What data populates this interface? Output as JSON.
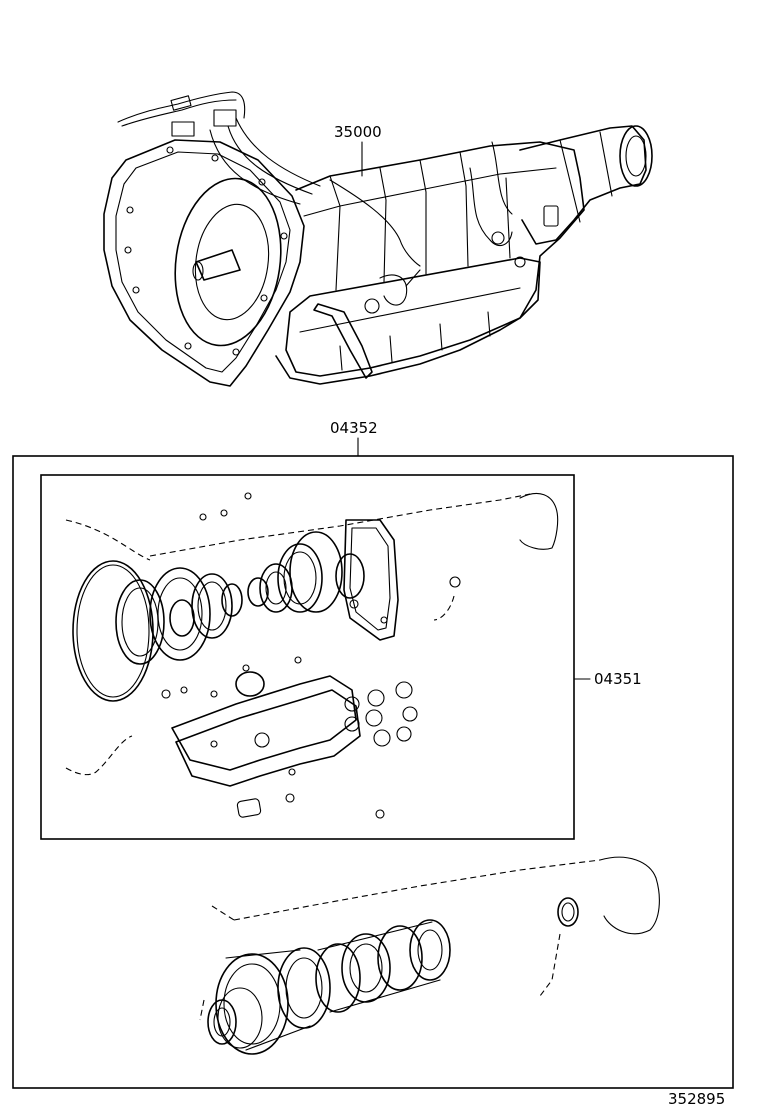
{
  "callouts": {
    "transmission_assy": "35000",
    "overhaul_kit": "04352",
    "gasket_kit": "04351"
  },
  "illustration_number": "352895"
}
